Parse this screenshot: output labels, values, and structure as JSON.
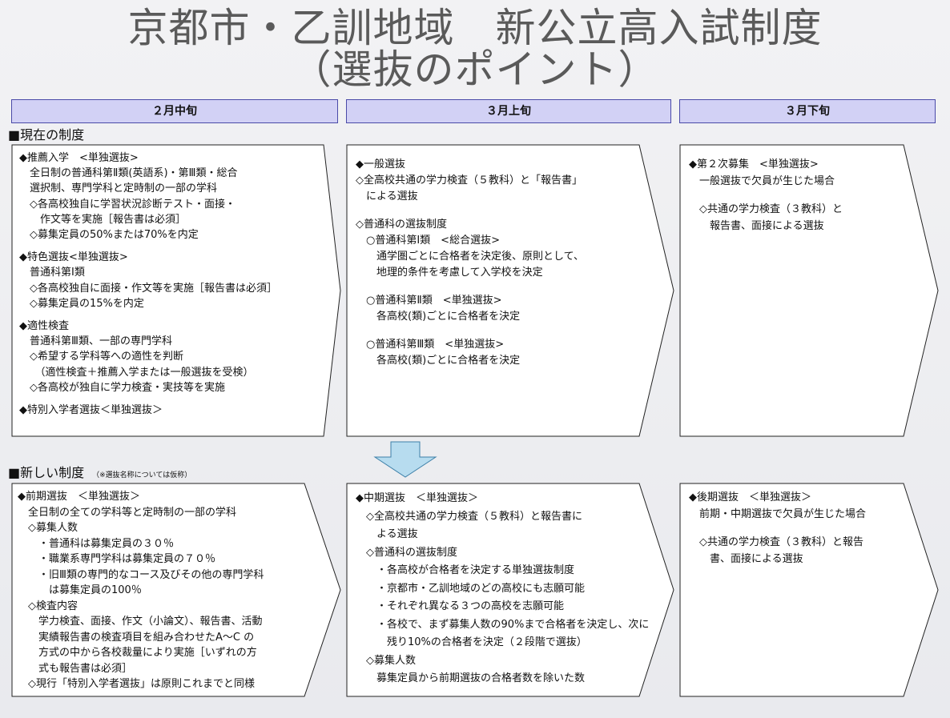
{
  "title": {
    "line1": "京都市・乙訓地域　新公立高入試制度",
    "line2": "（選抜のポイント）"
  },
  "periods": [
    "２月中旬",
    "３月上旬",
    "３月下旬"
  ],
  "sections": {
    "current": "■現在の制度",
    "new": "■新しい制度",
    "new_note": "（※選抜名称については仮称）"
  },
  "current": {
    "feb": [
      "◆推薦入学　<単独選抜>",
      "　全日制の普通科第Ⅱ類(英語系)・第Ⅲ類・総合",
      "　選択制、専門学科と定時制の一部の学科",
      "　◇各高校独自に学習状況診断テスト・面接・",
      "　　作文等を実施［報告書は必須］",
      "　◇募集定員の50%または70%を内定",
      "",
      "◆特色選抜<単独選抜>",
      "　普通科第Ⅰ類",
      "　◇各高校独自に面接・作文等を実施［報告書は必須］",
      "　◇募集定員の15%を内定",
      "",
      "◆適性検査",
      "　普通科第Ⅲ類、一部の専門学科",
      "　◇希望する学科等への適性を判断",
      "　　（適性検査＋推薦入学または一般選抜を受検）",
      "　◇各高校が独自に学力検査・実技等を実施",
      "",
      "◆特別入学者選抜＜単独選抜＞"
    ],
    "early_mar": [
      "◆一般選抜",
      "◇全高校共通の学力検査（５教科）と「報告書」",
      "　による選抜",
      "",
      "◇普通科の選抜制度",
      "　○普通科第Ⅰ類　<総合選抜>",
      "　　通学圏ごとに合格者を決定後、原則として、",
      "　　地理的条件を考慮して入学校を決定",
      "",
      "　○普通科第Ⅱ類　<単独選抜>",
      "　　各高校(類)ごとに合格者を決定",
      "",
      "　○普通科第Ⅲ類　<単独選抜>",
      "　　各高校(類)ごとに合格者を決定"
    ],
    "late_mar": [
      "◆第２次募集　<単独選抜>",
      "　一般選抜で欠員が生じた場合",
      "",
      "　◇共通の学力検査（３教科）と",
      "　　報告書、面接による選抜"
    ]
  },
  "new": {
    "feb": [
      "◆前期選抜　＜単独選抜＞",
      "　全日制の全ての学科等と定時制の一部の学科",
      "　◇募集人数",
      "　　・普通科は募集定員の３０％",
      "　　・職業系専門学科は募集定員の７０％",
      "　　・旧Ⅲ類の専門的なコース及びその他の専門学科",
      "　　　は募集定員の100％",
      "　◇検査内容",
      "　　学力検査、面接、作文（小論文）、報告書、活動",
      "　　実績報告書の検査項目を組み合わせたA～C の",
      "　　方式の中から各校裁量により実施［いずれの方",
      "　　式も報告書は必須］",
      "　◇現行「特別入学者選抜」は原則これまでと同様"
    ],
    "early_mar": [
      "◆中期選抜　＜単独選抜＞",
      "　◇全高校共通の学力検査（５教科）と報告書に",
      "　　よる選抜",
      "　◇普通科の選抜制度",
      "　　・各高校が合格者を決定する単独選抜制度",
      "　　・京都市・乙訓地域のどの高校にも志願可能",
      "　　・それぞれ異なる３つの高校を志願可能",
      "　　・各校で、まず募集人数の90%まで合格者を決定し、次に",
      "　　　残り10%の合格者を決定（２段階で選抜）",
      "　◇募集人数",
      "　　募集定員から前期選抜の合格者数を除いた数"
    ],
    "late_mar": [
      "◆後期選抜　＜単独選抜＞",
      "　前期・中期選抜で欠員が生じた場合",
      "",
      "　◇共通の学力検査（３教科）と報告",
      "　　書、面接による選抜"
    ]
  },
  "colors": {
    "period_fill": "#d2d1f5",
    "period_border": "#4a4aa8",
    "arrow_fill": "#b7dcef",
    "arrow_border": "#3c7fa8"
  }
}
